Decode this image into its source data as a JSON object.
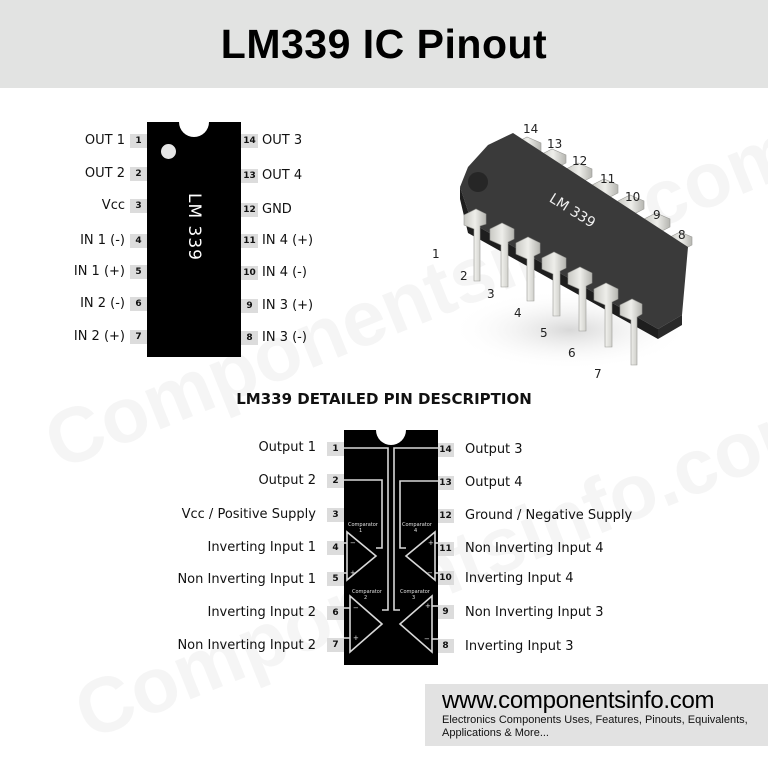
{
  "header": {
    "title": "LM339 IC Pinout"
  },
  "watermark": {
    "text": "Componentsinfo.com"
  },
  "simple_pinout": {
    "chip_label": "LM 339",
    "left_pins": [
      {
        "num": "1",
        "label": "OUT 1"
      },
      {
        "num": "2",
        "label": "OUT 2"
      },
      {
        "num": "3",
        "label": "Vcc"
      },
      {
        "num": "4",
        "label": "IN 1 (-)"
      },
      {
        "num": "5",
        "label": "IN 1 (+)"
      },
      {
        "num": "6",
        "label": "IN 2 (-)"
      },
      {
        "num": "7",
        "label": "IN 2 (+)"
      }
    ],
    "right_pins": [
      {
        "num": "14",
        "label": "OUT 3"
      },
      {
        "num": "13",
        "label": "OUT 4"
      },
      {
        "num": "12",
        "label": "GND"
      },
      {
        "num": "11",
        "label": "IN 4 (+)"
      },
      {
        "num": "10",
        "label": "IN 4 (-)"
      },
      {
        "num": "9",
        "label": "IN 3 (+)"
      },
      {
        "num": "8",
        "label": "IN 3 (-)"
      }
    ]
  },
  "package_photo": {
    "chip_label": "LM 339",
    "pin_numbers": [
      "1",
      "2",
      "3",
      "4",
      "5",
      "6",
      "7",
      "8",
      "9",
      "10",
      "11",
      "12",
      "13",
      "14"
    ]
  },
  "detailed": {
    "title": "LM339 DETAILED PIN DESCRIPTION",
    "left_pins": [
      {
        "num": "1",
        "label": "Output 1"
      },
      {
        "num": "2",
        "label": "Output 2"
      },
      {
        "num": "3",
        "label": "Vcc / Positive Supply"
      },
      {
        "num": "4",
        "label": "Inverting Input 1"
      },
      {
        "num": "5",
        "label": "Non Inverting Input 1"
      },
      {
        "num": "6",
        "label": "Inverting Input 2"
      },
      {
        "num": "7",
        "label": "Non Inverting Input 2"
      }
    ],
    "right_pins": [
      {
        "num": "14",
        "label": "Output 3"
      },
      {
        "num": "13",
        "label": "Output 4"
      },
      {
        "num": "12",
        "label": "Ground / Negative Supply"
      },
      {
        "num": "11",
        "label": "Non Inverting Input 4"
      },
      {
        "num": "10",
        "label": "Inverting Input 4"
      },
      {
        "num": "9",
        "label": "Non Inverting Input 3"
      },
      {
        "num": "8",
        "label": "Inverting Input 3"
      }
    ],
    "comparators": [
      {
        "label": "Comparator",
        "num": "1"
      },
      {
        "label": "Comparator",
        "num": "2"
      },
      {
        "label": "Comparator",
        "num": "3"
      },
      {
        "label": "Comparator",
        "num": "4"
      }
    ],
    "minus_sign": "−",
    "plus_sign": "+"
  },
  "footer": {
    "url": "www.componentsinfo.com",
    "tagline": "Electronics Components Uses, Features, Pinouts, Equivalents, Applications & More..."
  },
  "colors": {
    "header_bg": "#e2e3e2",
    "chip": "#000000",
    "pin_box": "#dcdcdc",
    "footer_bg": "#e2e2e2"
  }
}
